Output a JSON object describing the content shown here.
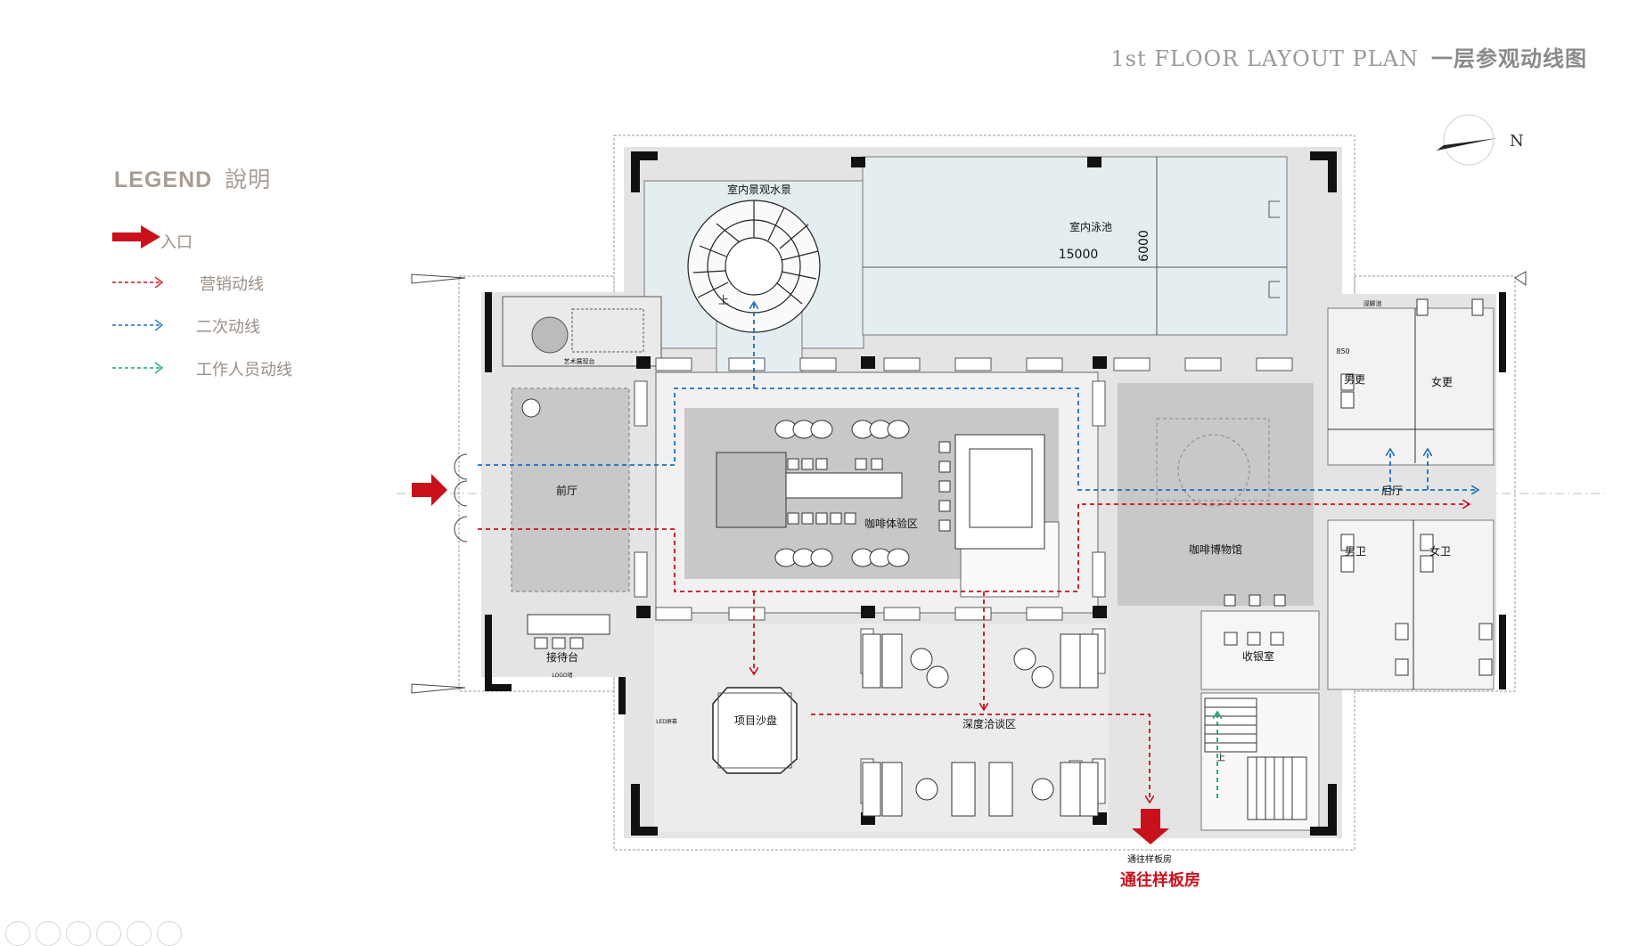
{
  "header": {
    "title_en": "1st  FLOOR  LAYOUT PLAN",
    "title_cn": "一层参观动线图"
  },
  "legend": {
    "title_en": "LEGEND",
    "title_cn": "說明",
    "items": [
      {
        "label": "入口",
        "color": "#c8111b",
        "kind": "entrance-arrow"
      },
      {
        "label": "营销动线",
        "color": "#c8111b",
        "kind": "dashed-arrow"
      },
      {
        "label": "二次动线",
        "color": "#1b6fc2",
        "kind": "dashed-arrow"
      },
      {
        "label": "工作人员动线",
        "color": "#1aa36b",
        "kind": "dashed-arrow"
      }
    ]
  },
  "compass": {
    "label": "N"
  },
  "rooms": {
    "water_feature": "室内景观水景",
    "pool": "室内泳池",
    "pool_length": "15000",
    "pool_width": "6000",
    "art_platform": "艺术展现台",
    "stair_up": "上",
    "foot_bath": "浸脚池",
    "male_changing": "男更",
    "female_changing": "女更",
    "lobby": "前厅",
    "coffee_experience": "咖啡体验区",
    "coffee_museum": "咖啡博物馆",
    "back_hall": "后厅",
    "male_wc": "男卫",
    "female_wc": "女卫",
    "reception": "接待台",
    "logo_wall": "LOGO墙",
    "cashier": "收银室",
    "sand_table": "项目沙盘",
    "led_screen": "LED屏幕",
    "negotiation": "深度洽谈区",
    "to_showroom_small": "通往样板房",
    "to_showroom": "通往样板房",
    "dim_850": "850",
    "stair_up_2": "上"
  },
  "colors": {
    "marketing": "#c8111b",
    "secondary": "#1b6fc2",
    "staff": "#1aa36b",
    "pool_fill": "#e4eef0",
    "floor_fill": "#e6e6e6",
    "zone_fill": "#c9c9c9",
    "wall": "#111111"
  }
}
